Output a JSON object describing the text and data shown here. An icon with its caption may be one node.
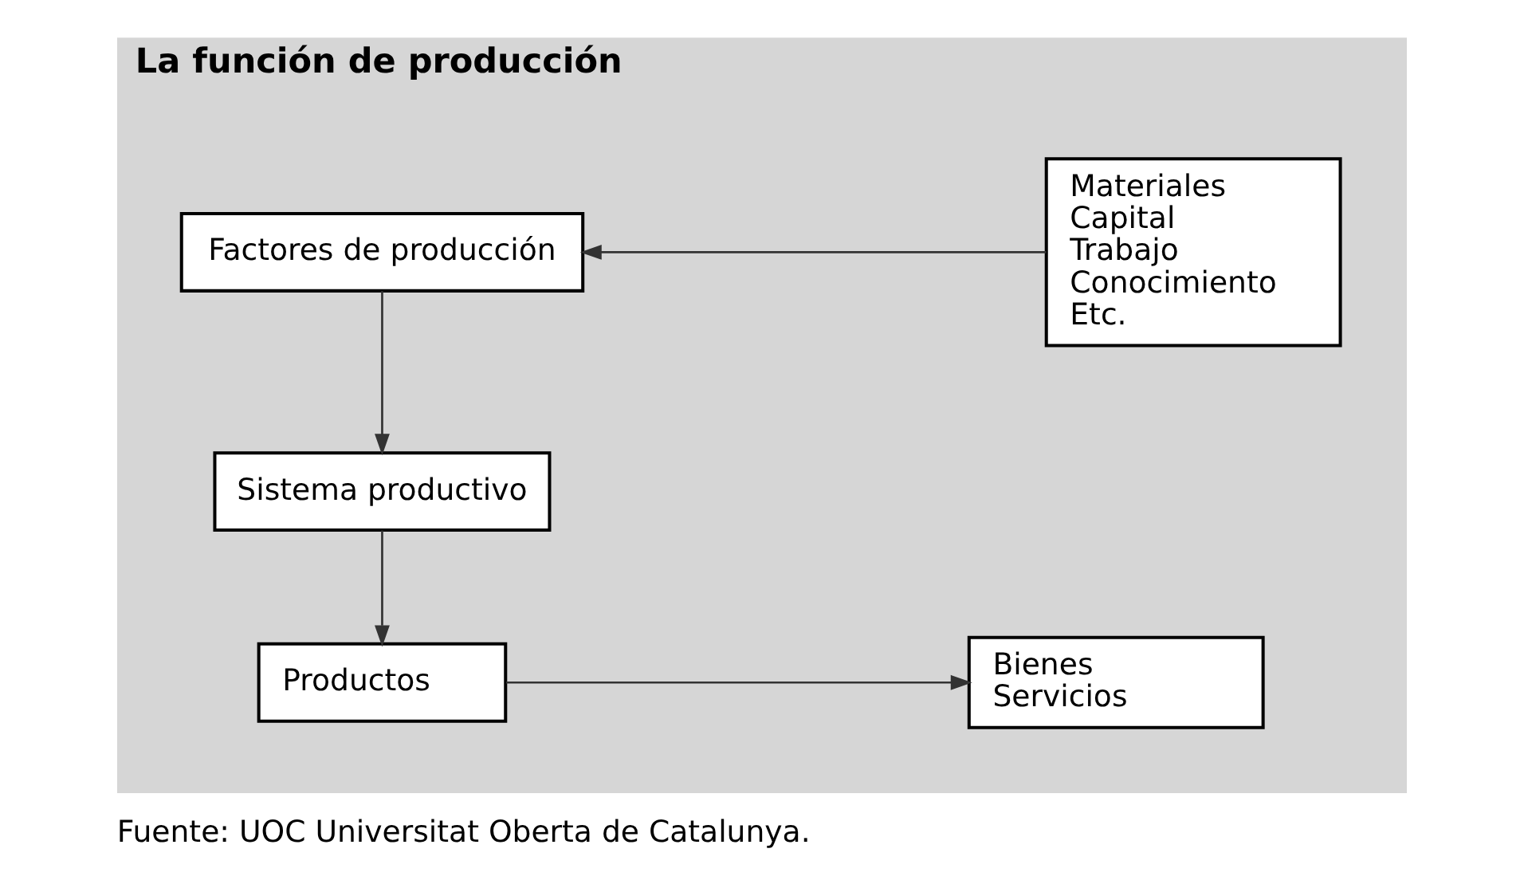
{
  "diagram": {
    "caption": "Fuente: UOC Universitat Oberta de Catalunya.",
    "nodes": [
      {
        "text": [
          "La función de producción"
        ]
      },
      {
        "text": [
          "Factores de producción"
        ],
        "in": 0
      },
      {
        "text": [
          "Materiales",
          "Capital",
          "Trabajo",
          "Conocimiento",
          "Etc."
        ],
        "in": 0
      },
      {
        "text": [
          "Sistema productivo"
        ],
        "in": 0
      },
      {
        "text": [
          "Productos"
        ],
        "in": 0
      },
      {
        "text": [
          "Bienes",
          "Servicios"
        ],
        "in": 0
      }
    ],
    "edges": [
      {
        "from": 2,
        "to": 1,
        "arrow": "to"
      },
      {
        "from": 1,
        "to": 3,
        "arrow": "to"
      },
      {
        "from": 3,
        "to": 4,
        "arrow": "to"
      },
      {
        "from": 4,
        "to": 5,
        "arrow": "to"
      }
    ]
  }
}
